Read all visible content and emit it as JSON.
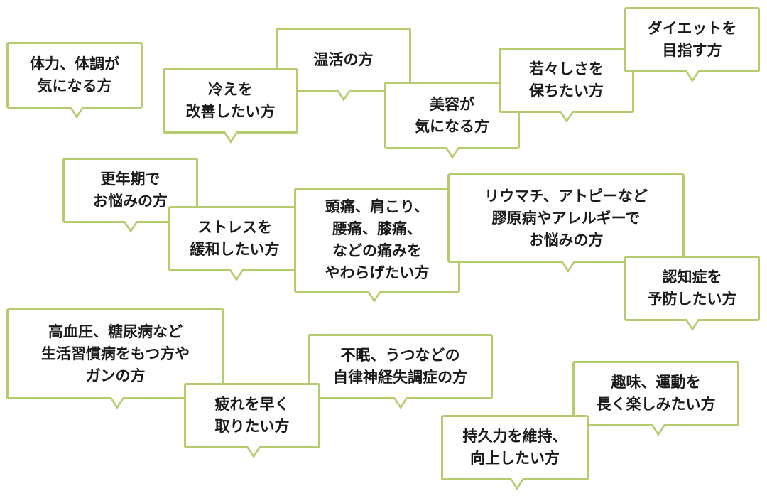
{
  "bubbles": [
    {
      "id": "b1",
      "lines": [
        "体力、体調が",
        "気になる方"
      ]
    },
    {
      "id": "b2",
      "lines": [
        "冷えを",
        "改善したい方"
      ]
    },
    {
      "id": "b3",
      "lines": [
        "温活の方"
      ]
    },
    {
      "id": "b4",
      "lines": [
        "美容が",
        "気になる方"
      ]
    },
    {
      "id": "b5",
      "lines": [
        "若々しさを",
        "保ちたい方"
      ]
    },
    {
      "id": "b6",
      "lines": [
        "ダイエットを",
        "目指す方"
      ]
    },
    {
      "id": "b7",
      "lines": [
        "更年期で",
        "お悩みの方"
      ]
    },
    {
      "id": "b8",
      "lines": [
        "ストレスを",
        "緩和したい方"
      ]
    },
    {
      "id": "b9",
      "lines": [
        "頭痛、肩こり、",
        "腰痛、膝痛、",
        "などの痛みを",
        "やわらげたい方"
      ]
    },
    {
      "id": "b10",
      "lines": [
        "リウマチ、アトピーなど",
        "膠原病やアレルギーで",
        "お悩みの方"
      ]
    },
    {
      "id": "b11",
      "lines": [
        "認知症を",
        "予防したい方"
      ]
    },
    {
      "id": "b12",
      "lines": [
        "高血圧、糖尿病など",
        "生活習慣病をもつ方や",
        "ガンの方"
      ]
    },
    {
      "id": "b13",
      "lines": [
        "疲れを早く",
        "取りたい方"
      ]
    },
    {
      "id": "b14",
      "lines": [
        "不眠、うつなどの",
        "自律神経失調症の方"
      ]
    },
    {
      "id": "b15",
      "lines": [
        "趣味、運動を",
        "長く楽しみたい方"
      ]
    },
    {
      "id": "b16",
      "lines": [
        "持久力を維持、",
        "向上したい方"
      ]
    }
  ]
}
